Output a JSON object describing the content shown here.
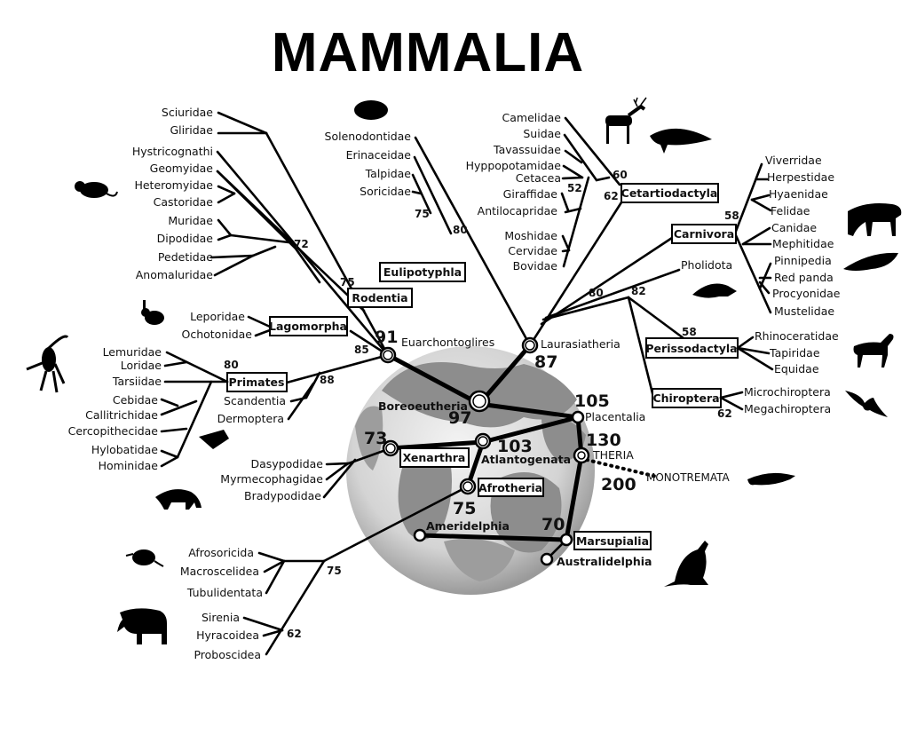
{
  "title": "MAMMALIA",
  "colors": {
    "ink": "#000000",
    "globe": "#9a9a9a",
    "globe_light": "#e6e6e6",
    "background": "#ffffff"
  },
  "core_nodes": {
    "euarchontoglires": {
      "label": "Euarchontoglires",
      "age": "91"
    },
    "laurasiatheria": {
      "label": "Laurasiatheria",
      "age": "87"
    },
    "boreoeutheria": {
      "label": "Boreoeutheria",
      "age": "97"
    },
    "placentalia": {
      "label": "Placentalia",
      "age": "105"
    },
    "atlantogenata": {
      "label": "Atlantogenata",
      "age": "103"
    },
    "xenarthra": {
      "label": "Xenarthra",
      "age": "73"
    },
    "afrotheria": {
      "label": "Afrotheria",
      "age": "75"
    },
    "theria": {
      "label": "THERIA",
      "age": "130"
    },
    "monotremata": {
      "label": "MONOTREMATA",
      "age": "200"
    },
    "marsupialia": {
      "label": "Marsupialia",
      "age": "70"
    },
    "ameridelphia": {
      "label": "Ameridelphia"
    },
    "australidelphia": {
      "label": "Australidelphia"
    }
  },
  "rodentia": {
    "label": "Rodentia",
    "age": "75",
    "inner_age": "72",
    "taxa": [
      "Sciuridae",
      "Gliridae",
      "Hystricognathi",
      "Geomyidae",
      "Heteromyidae",
      "Castoridae",
      "Muridae",
      "Dipodidae",
      "Pedetidae",
      "Anomaluridae"
    ]
  },
  "lagomorpha": {
    "label": "Lagomorpha",
    "age": "85",
    "taxa": [
      "Leporidae",
      "Ochotonidae"
    ]
  },
  "primates": {
    "label": "Primates",
    "age": "80",
    "taxa": [
      "Lemuridae",
      "Loridae",
      "Tarsiidae",
      "Cebidae",
      "Callitrichidae",
      "Cercopithecidae",
      "Hylobatidae",
      "Hominidae"
    ]
  },
  "euarchonta_other": {
    "age": "88",
    "taxa": [
      "Scandentia",
      "Dermoptera"
    ]
  },
  "eulipotyphla": {
    "label": "Eulipotyphla",
    "age": "80",
    "inner_age": "75",
    "taxa": [
      "Solenodontidae",
      "Erinaceidae",
      "Talpidae",
      "Soricidae"
    ]
  },
  "cetartiodactyla": {
    "label": "Cetartiodactyla",
    "age": "62",
    "inner_age": "60",
    "cetacea_age": "52",
    "taxa": [
      "Camelidae",
      "Suidae",
      "Tavassuidae",
      "Hyppopotamidae",
      "Cetacea",
      "Giraffidae",
      "Antilocapridae",
      "Moshidae",
      "Cervidae",
      "Bovidae"
    ]
  },
  "carnivora": {
    "label": "Carnivora",
    "age": "58",
    "taxa": [
      "Viverridae",
      "Herpestidae",
      "Hyaenidae",
      "Felidae",
      "Canidae",
      "Mephitidae",
      "Pinnipedia",
      "Red panda",
      "Procyonidae",
      "Mustelidae"
    ]
  },
  "pholidota": {
    "label": "Pholidota",
    "age": "80"
  },
  "perissodactyla": {
    "label": "Perissodactyla",
    "age": "58",
    "taxa": [
      "Rhinoceratidae",
      "Tapiridae",
      "Equidae"
    ]
  },
  "chiroptera": {
    "label": "Chiroptera",
    "age": "62",
    "taxa": [
      "Microchiroptera",
      "Megachiroptera"
    ]
  },
  "scrotifera_age": "82",
  "xenarthra_taxa": [
    "Dasypodidae",
    "Myrmecophagidae",
    "Bradypodidae"
  ],
  "afrotheria_group": {
    "age": "75",
    "inner_age": "62",
    "taxa": [
      "Afrosoricida",
      "Macroscelidea",
      "Tubulidentata",
      "Sirenia",
      "Hyracoidea",
      "Proboscidea"
    ]
  },
  "silhouettes": [
    "rat",
    "hedgehog",
    "reindeer",
    "dolphin",
    "puma",
    "seal",
    "pangolin",
    "rabbit",
    "spider-monkey",
    "colugo",
    "horse",
    "bat",
    "anteater",
    "elephant-shrew",
    "elephant",
    "platypus",
    "kangaroo"
  ]
}
